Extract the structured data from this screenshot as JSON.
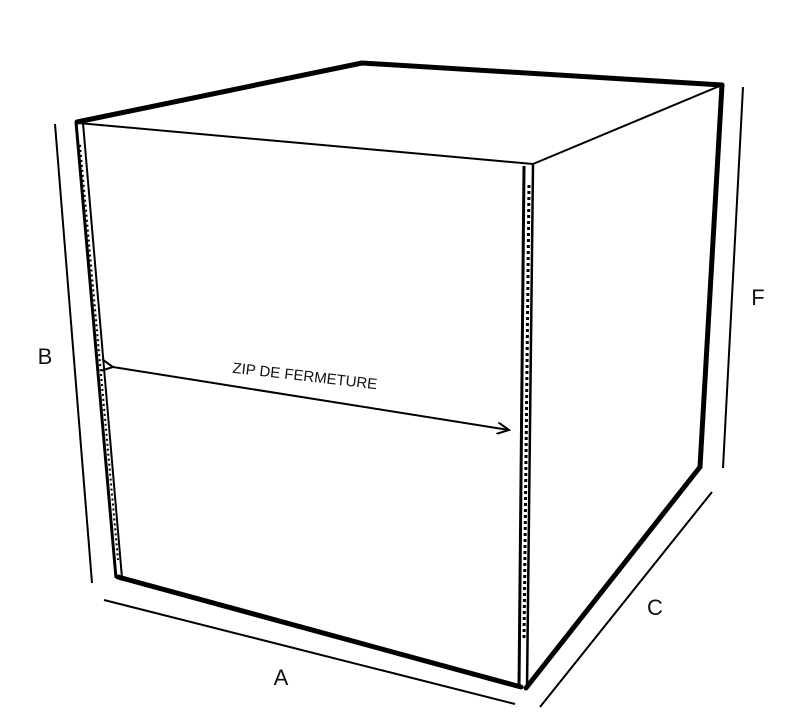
{
  "labels": {
    "a": "A",
    "b": "B",
    "c": "C",
    "f": "F",
    "zip": "ZIP DE FERMETURE"
  },
  "colors": {
    "stroke": "#000000",
    "background": "#ffffff"
  }
}
